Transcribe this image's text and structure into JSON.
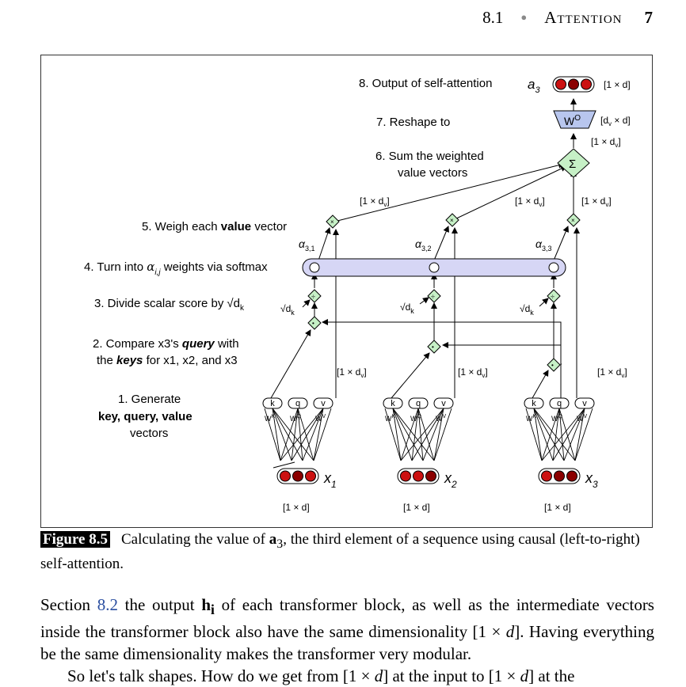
{
  "header": {
    "section": "8.1",
    "title": "Attention",
    "page": "7"
  },
  "figure": {
    "steps": {
      "s8": "8. Output of self-attention",
      "s7": "7. Reshape to",
      "s6a": "6. Sum the weighted",
      "s6b": "value vectors",
      "s5a": "5. Weigh each ",
      "s5b": "value",
      "s5c": " vector",
      "s4a": "4. Turn into ",
      "s4b": " weights via softmax",
      "s3": "3. Divide scalar score by",
      "s2a": "2. Compare x3's ",
      "s2b": "query",
      "s2c": " with",
      "s2d": "the ",
      "s2e": "keys",
      "s2f": " for x1, x2, and x3",
      "s1a": "1. Generate",
      "s1b": "key, query, value",
      "s1c": "vectors"
    },
    "labels": {
      "a3": "a",
      "a3_sub": "3",
      "shape_1xd": "[1 × d]",
      "shape_1xdv": "[1 × d",
      "shape_dv_x_d": "[d",
      "wo": "W",
      "wo_sup": "O",
      "sigma": "Σ",
      "alpha": "α",
      "a31": "3,1",
      "a32": "3,2",
      "a33": "3,3",
      "alpha_ij": "i,j",
      "sqrt_dk": "√d",
      "k_sub": "k",
      "times": "×",
      "div": "÷",
      "dot": "•",
      "k": "k",
      "q": "q",
      "v": "v",
      "wk": "W",
      "wk_sup": "K",
      "wq_sup": "Q",
      "wv_sup": "V",
      "x": "x",
      "x1_sub": "1",
      "x2_sub": "2",
      "x3_sub": "3",
      "sub_v": "v",
      "shape_tail": "]",
      "times_sign": " × "
    }
  },
  "caption": {
    "label": "Figure 8.5",
    "text_a": "Calculating the value of ",
    "a3": "a",
    "a3_sub": "3",
    "text_b": ", the third element of a sequence using causal (left-to-right) self-attention."
  },
  "body": {
    "p1_a": "Section ",
    "p1_link": "8.2",
    "p1_b": " the output ",
    "p1_h": "h",
    "p1_hsub": "i",
    "p1_c": " of each transformer block, as well as the intermediate vectors inside the transformer block also have the same dimensionality [1 × ",
    "p1_d": "d",
    "p1_e": "]. Having everything be the same dimensionality makes the transformer very modular.",
    "p2_a": "So let's talk shapes. How do we get from [1 × ",
    "p2_d1": "d",
    "p2_b": "] at the input to [1 × ",
    "p2_d2": "d",
    "p2_c": "] at the"
  },
  "colors": {
    "vec_dark": "#8b0000",
    "vec_red": "#cc1111",
    "op_green": "#c6f0c6",
    "softmax_fill": "#d6d6f5",
    "wo_fill": "#b8c6ee",
    "link": "#2a4ea0"
  }
}
